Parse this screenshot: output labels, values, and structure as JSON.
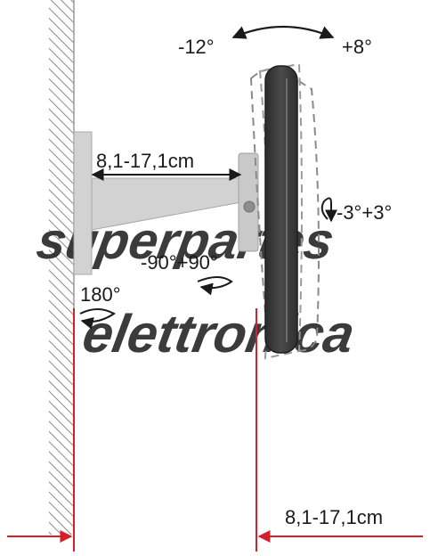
{
  "watermark": {
    "line1": "superpartes",
    "line2": "elettronica"
  },
  "labels": {
    "tilt_left": "-12°",
    "tilt_right": "+8°",
    "arm_extension": "8,1-17,1cm",
    "roll": "-3°+3°",
    "pan": "-90°+90°",
    "wall_rotation": "180°",
    "depth": "8,1-17,1cm"
  },
  "colors": {
    "measure_line": "#d4202a",
    "arm": "#d2d2d2",
    "arm_edge": "#a8a8a8",
    "screen": "#3f3f3f",
    "wall_hatch": "#8a8a8a"
  },
  "icons": [
    "curved-arrow-icon",
    "rotate-arrow-icon",
    "double-arrow-icon"
  ]
}
